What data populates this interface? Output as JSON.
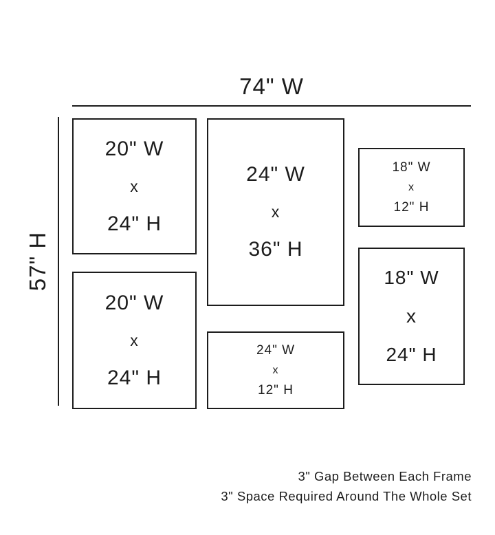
{
  "diagram": {
    "total_width_label": "74\" W",
    "total_height_label": "57\" H",
    "frames": [
      {
        "w": "20\" W",
        "sep": "x",
        "h": "24\" H"
      },
      {
        "w": "20\" W",
        "sep": "x",
        "h": "24\" H"
      },
      {
        "w": "24\" W",
        "sep": "x",
        "h": "36\" H"
      },
      {
        "w": "24\" W",
        "sep": "x",
        "h": "12\" H"
      },
      {
        "w": "18\" W",
        "sep": "x",
        "h": "12\" H"
      },
      {
        "w": "18\" W",
        "sep": "x",
        "h": "24\" H"
      }
    ],
    "notes": [
      "3\" Gap Between Each Frame",
      "3\" Space Required Around The Whole Set"
    ],
    "colors": {
      "line": "#1c1c1c",
      "background": "#ffffff"
    }
  }
}
